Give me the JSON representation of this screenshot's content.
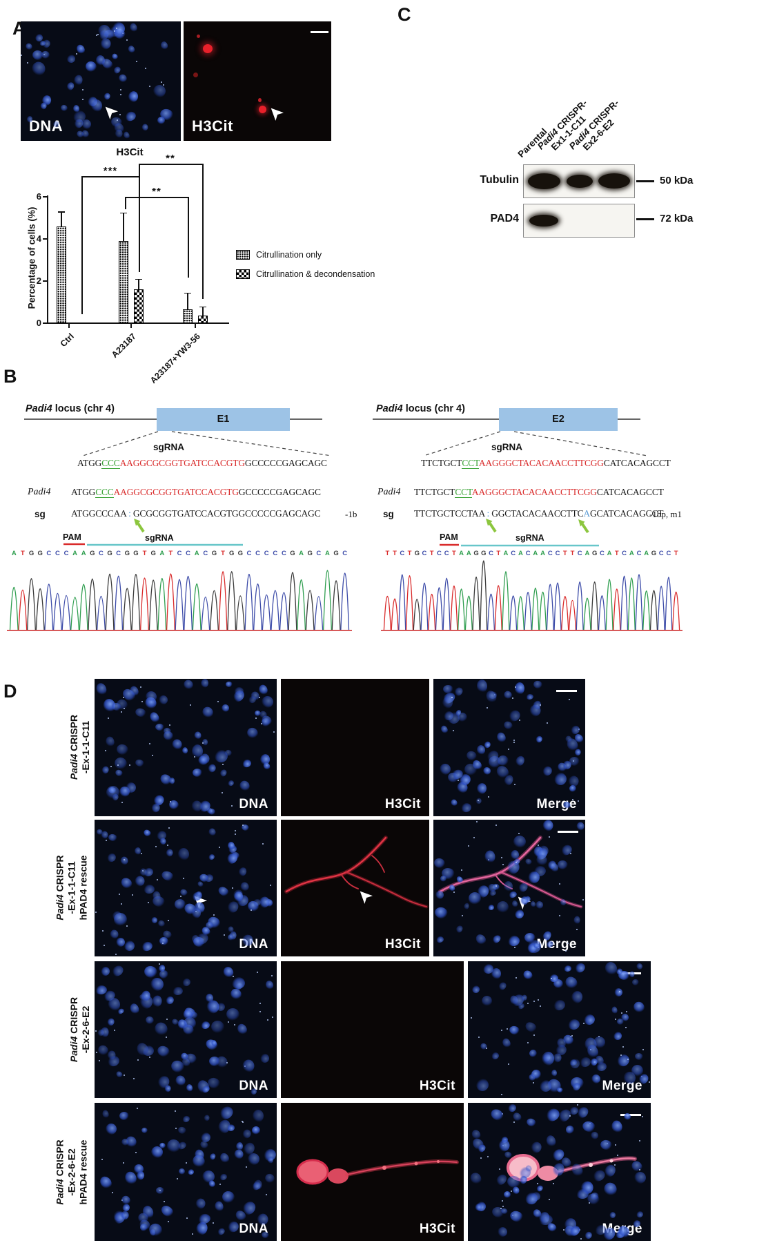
{
  "panel_a": {
    "label": "A",
    "img_dna_label": "DNA",
    "img_h3cit_label": "H3Cit"
  },
  "chart_data": {
    "type": "bar",
    "title": "H3Cit",
    "ylabel": "Percentage of cells (%)",
    "ylim": [
      0,
      6
    ],
    "yticks": [
      "0",
      "2",
      "4",
      "6"
    ],
    "categories": [
      "Ctrl",
      "A23187",
      "A23187+YW3-56"
    ],
    "series": [
      {
        "name": "Citrullination only",
        "values": [
          4.6,
          3.9,
          0.65
        ],
        "errors": [
          0.7,
          1.35,
          0.8
        ]
      },
      {
        "name": "Citrullination & decondensation",
        "values": [
          0,
          1.6,
          0.35
        ],
        "errors": [
          0,
          0.5,
          0.45
        ]
      }
    ],
    "significance": [
      {
        "label": "***",
        "compares": [
          "Ctrl",
          "A23187 citrullination only"
        ]
      },
      {
        "label": "**",
        "compares": [
          "A23187",
          "A23187+YW3-56 decondensation"
        ]
      },
      {
        "label": "**",
        "compares": [
          "A23187 citrullination only",
          "A23187+YW3-56 citrullination only"
        ]
      }
    ],
    "legend_position": "right"
  },
  "panel_b": {
    "label": "B",
    "left": {
      "locus_italic": "Padi4",
      "locus_rest": " locus (chr 4)",
      "exon_label": "E1",
      "sgrna_label": "sgRNA",
      "wt_row_label": "Padi4",
      "sg_row_label": "sg",
      "mutation_label": "-1b",
      "pam_label": "PAM",
      "sgrna_underline_label": "sgRNA",
      "seq_top": [
        {
          "t": "ATGG",
          "c": "k"
        },
        {
          "t": "CCC",
          "c": "g"
        },
        {
          "t": "AAGGCGCGGTGATCCACGTG",
          "c": "r"
        },
        {
          "t": "GCCCCCGAGCAGC",
          "c": "k"
        }
      ],
      "seq_wt": [
        {
          "t": "ATGG",
          "c": "k"
        },
        {
          "t": "CCC",
          "c": "g"
        },
        {
          "t": "AAGGCGCGGTGATCCACGTG",
          "c": "r"
        },
        {
          "t": "GCCCCCGAGCAGC",
          "c": "k"
        }
      ],
      "seq_sg": [
        {
          "t": "ATGGCCCAA",
          "c": "k"
        },
        {
          "t": " : ",
          "c": "b"
        },
        {
          "t": "GCGCGGTGATCCACGTGGCCCCCGAGCAGC",
          "c": "k"
        }
      ],
      "chromatogram_seq": "ATGGCCCAAGCGCGGTGATCCACGTGGCCCCCGAGCAGC",
      "tall_peak_index": -1
    },
    "right": {
      "locus_italic": "Padi4",
      "locus_rest": " locus (chr 4)",
      "exon_label": "E2",
      "sgrna_label": "sgRNA",
      "wt_row_label": "Padi4",
      "sg_row_label": "sg",
      "mutation_label": "-1bp, m1",
      "pam_label": "PAM",
      "sgrna_underline_label": "sgRNA",
      "seq_top": [
        {
          "t": "TTCTGCT",
          "c": "k"
        },
        {
          "t": "CCT",
          "c": "g"
        },
        {
          "t": "AAGGGCTACACAACCTTCGG",
          "c": "r"
        },
        {
          "t": "CATCACAGCCT",
          "c": "k"
        }
      ],
      "seq_wt": [
        {
          "t": "TTCTGCT",
          "c": "k"
        },
        {
          "t": "CCT",
          "c": "g"
        },
        {
          "t": "AAGGGCTACACAACCTTCGG",
          "c": "r"
        },
        {
          "t": "CATCACAGCCT",
          "c": "k"
        }
      ],
      "seq_sg": [
        {
          "t": "TTCTGCTCCTAA",
          "c": "k"
        },
        {
          "t": " : ",
          "c": "b"
        },
        {
          "t": "GGCTACACAACCTTC",
          "c": "k"
        },
        {
          "t": "A",
          "c": "b"
        },
        {
          "t": "GCATCACAGCCT",
          "c": "k"
        }
      ],
      "chromatogram_seq": "TTCTGCTCCTAAGGCTACACAACCTTCAGCATCACAGCCT",
      "tall_peak_index": 13
    }
  },
  "panel_c": {
    "label": "C",
    "lanes": [
      {
        "l1_italic": "",
        "l1_rest": "Parental",
        "l2": ""
      },
      {
        "l1_italic": "Padi4",
        "l1_rest": " CRISPR-",
        "l2": "Ex1-1-C11"
      },
      {
        "l1_italic": "Padi4",
        "l1_rest": " CRISPR-",
        "l2": "Ex2-6-E2"
      }
    ],
    "rows": [
      {
        "label": "Tubulin",
        "marker": "50 kDa"
      },
      {
        "label": "PAD4",
        "marker": "72 kDa"
      }
    ]
  },
  "panel_d": {
    "label": "D",
    "col_labels": [
      "DNA",
      "H3Cit",
      "Merge"
    ],
    "rows": [
      {
        "l1_italic": "Padi4",
        "l1_rest": " CRISPR",
        "l2": "-Ex-1-1-C11",
        "l3": ""
      },
      {
        "l1_italic": "Padi4",
        "l1_rest": " CRISPR",
        "l2": "-Ex-1-1-C11",
        "l3": "hPAD4 rescue"
      },
      {
        "l1_italic": "Padi4",
        "l1_rest": " CRISPR",
        "l2": "-Ex-2-6-E2",
        "l3": ""
      },
      {
        "l1_italic": "Padi4",
        "l1_rest": " CRISPR",
        "l2": "-Ex-2-6-E2",
        "l3": "hPAD4 rescue"
      }
    ]
  },
  "colors": {
    "exon_fill": "#9dc3e6",
    "seq_red": "#d92b2b",
    "seq_green": "#3aa335",
    "seq_lightblue": "#5b9bd5",
    "arrow_green": "#8cc63e",
    "sgrna_line": "#67c6c9",
    "pam_line": "#d92b2b",
    "base_A": "#2f9e4f",
    "base_T": "#d92b2b",
    "base_G": "#3a3a3a",
    "base_C": "#3c4ba8"
  }
}
